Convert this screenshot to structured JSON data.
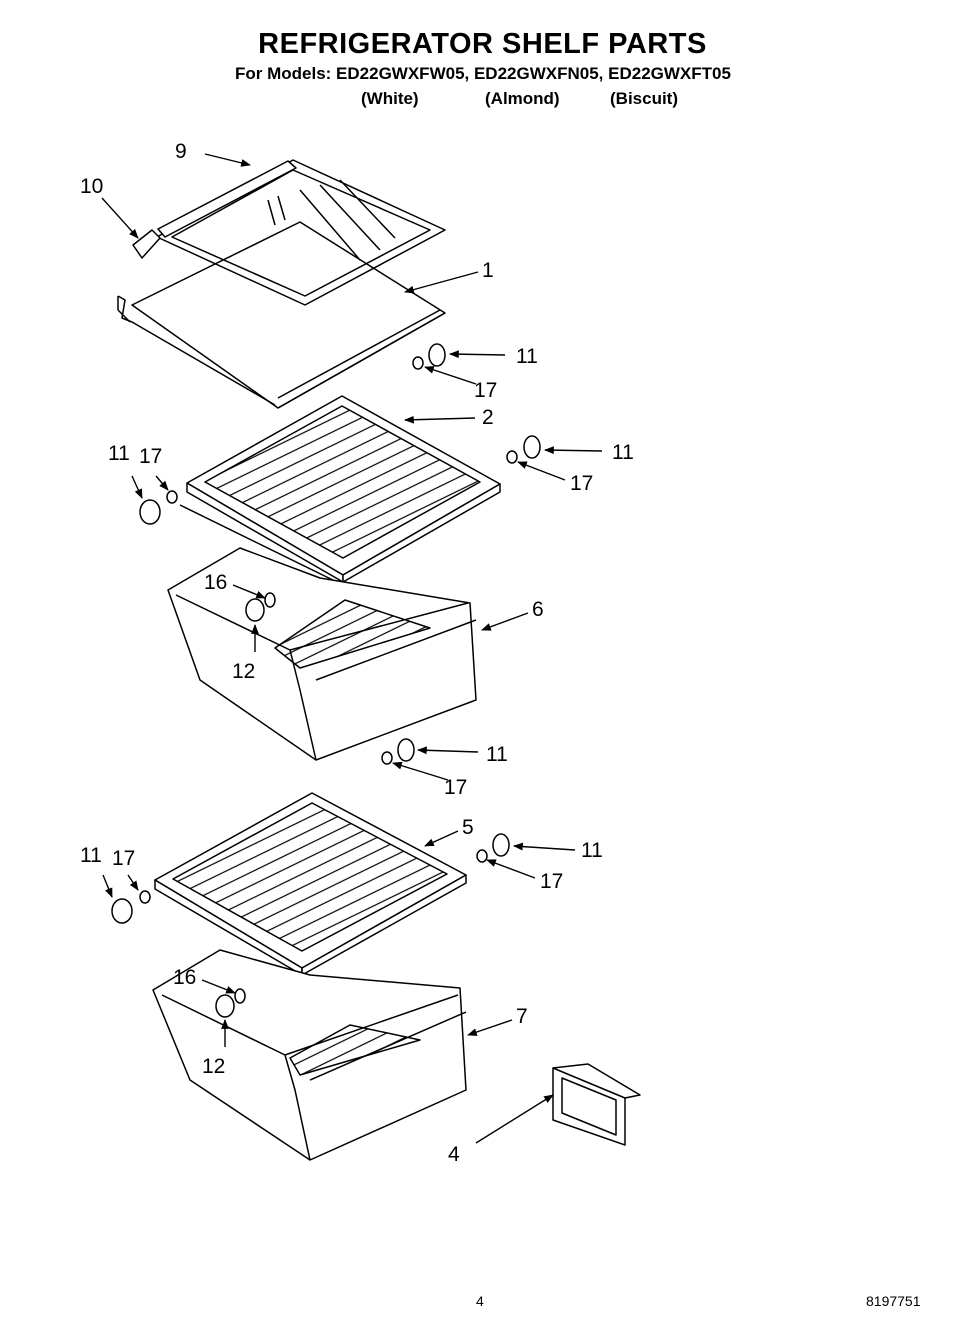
{
  "header": {
    "title": "REFRIGERATOR SHELF PARTS",
    "models_line": "For Models: ED22GWXFW05, ED22GWXFN05, ED22GWXFT05",
    "colors": [
      "(White)",
      "(Almond)",
      "(Biscuit)"
    ]
  },
  "callouts": {
    "c9": "9",
    "c10": "10",
    "c1": "1",
    "c11a": "11",
    "c17a": "17",
    "c2": "2",
    "c11b": "11",
    "c17b": "17",
    "c11c": "11",
    "c17c": "17",
    "c16a": "16",
    "c12a": "12",
    "c6": "6",
    "c11d": "11",
    "c17d": "17",
    "c5": "5",
    "c11e": "11",
    "c17e": "17",
    "c11f": "11",
    "c17f": "17",
    "c16b": "16",
    "c12b": "12",
    "c7": "7",
    "c4": "4"
  },
  "footer": {
    "page_number": "4",
    "doc_number": "8197751"
  }
}
